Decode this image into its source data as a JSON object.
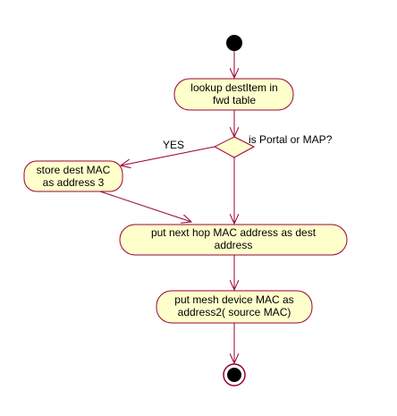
{
  "colors": {
    "stroke": "#990033",
    "fill": "#ffffcc",
    "node": "#000000",
    "text": "#000000",
    "background": "#ffffff"
  },
  "nodes": {
    "lookup": {
      "line1": "lookup destItem in",
      "line2": "fwd table"
    },
    "decision": {
      "label": "is Portal or MAP?"
    },
    "store": {
      "line1": "store dest MAC",
      "line2": "as address 3"
    },
    "nexthop": {
      "line1": "put next hop MAC address as dest",
      "line2": "address"
    },
    "mesh": {
      "line1": "put mesh device MAC as",
      "line2": "address2( source MAC)"
    }
  },
  "edges": {
    "yes_label": "YES"
  }
}
